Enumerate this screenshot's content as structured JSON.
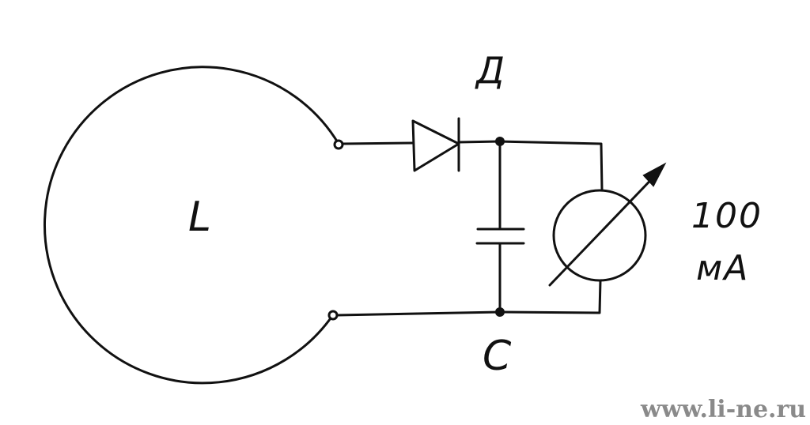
{
  "labels": {
    "inductor": "L",
    "diode": "Д",
    "capacitor": "C",
    "meter_value": "100",
    "meter_unit": "мА"
  },
  "watermark": "www.li-ne.ru",
  "colors": {
    "ink": "#111111",
    "background": "#ffffff",
    "watermark": "#8a8a8a"
  },
  "components": {
    "inductor": "loop-coil",
    "diode": "diode-symbol",
    "capacitor": "capacitor-symbol",
    "meter": "ammeter-symbol"
  }
}
